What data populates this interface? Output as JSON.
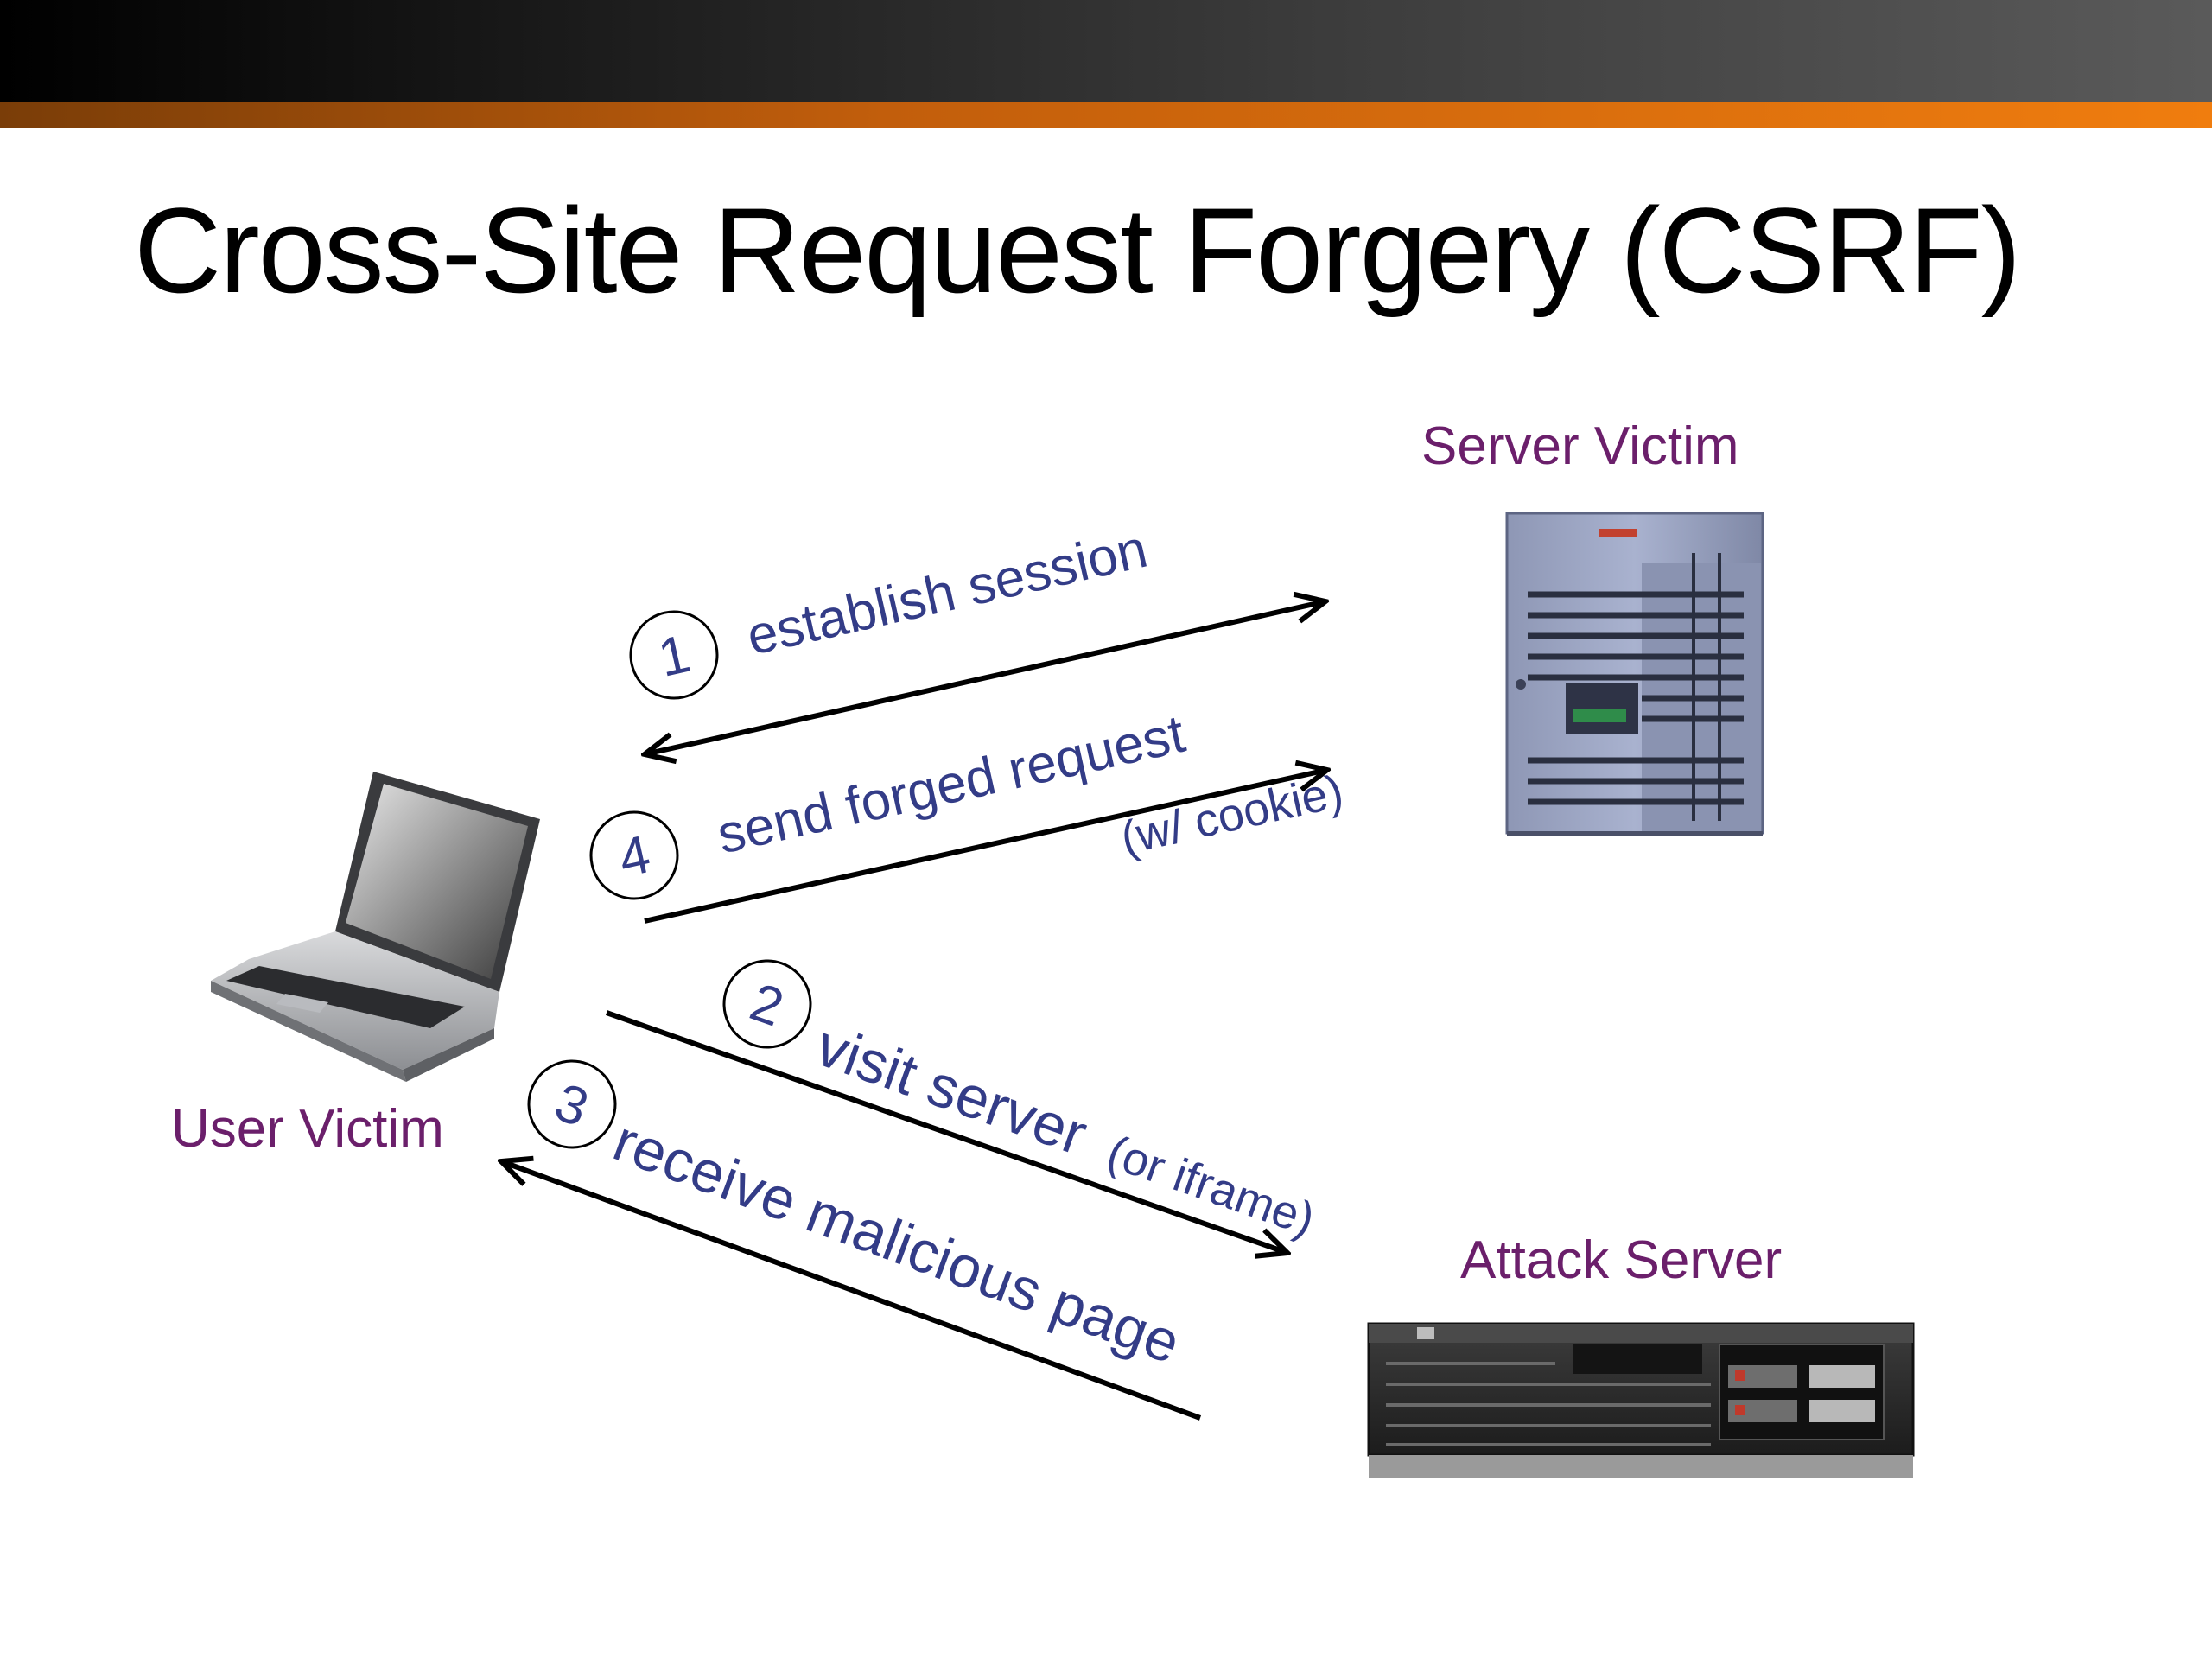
{
  "title": "Cross-Site Request Forgery (CSRF)",
  "nodes": {
    "server_victim": "Server Victim",
    "user_victim": "User Victim",
    "attack_server": "Attack Server"
  },
  "steps": [
    {
      "number": "1",
      "label": "establish session",
      "sublabel": ""
    },
    {
      "number": "2",
      "label": "visit server",
      "sublabel": "(or iframe)"
    },
    {
      "number": "3",
      "label": "receive malicious page",
      "sublabel": ""
    },
    {
      "number": "4",
      "label": "send forged request",
      "sublabel": "(w/ cookie)"
    }
  ],
  "colors": {
    "title": "#000000",
    "node_label": "#6b1f6b",
    "step_text": "#333c87",
    "arrow": "#000000",
    "accent_bar": "#f07d0e",
    "top_bar": "#000000"
  },
  "icons": {
    "user_victim": "laptop-icon",
    "server_victim": "tower-server-icon",
    "attack_server": "rack-server-icon"
  }
}
